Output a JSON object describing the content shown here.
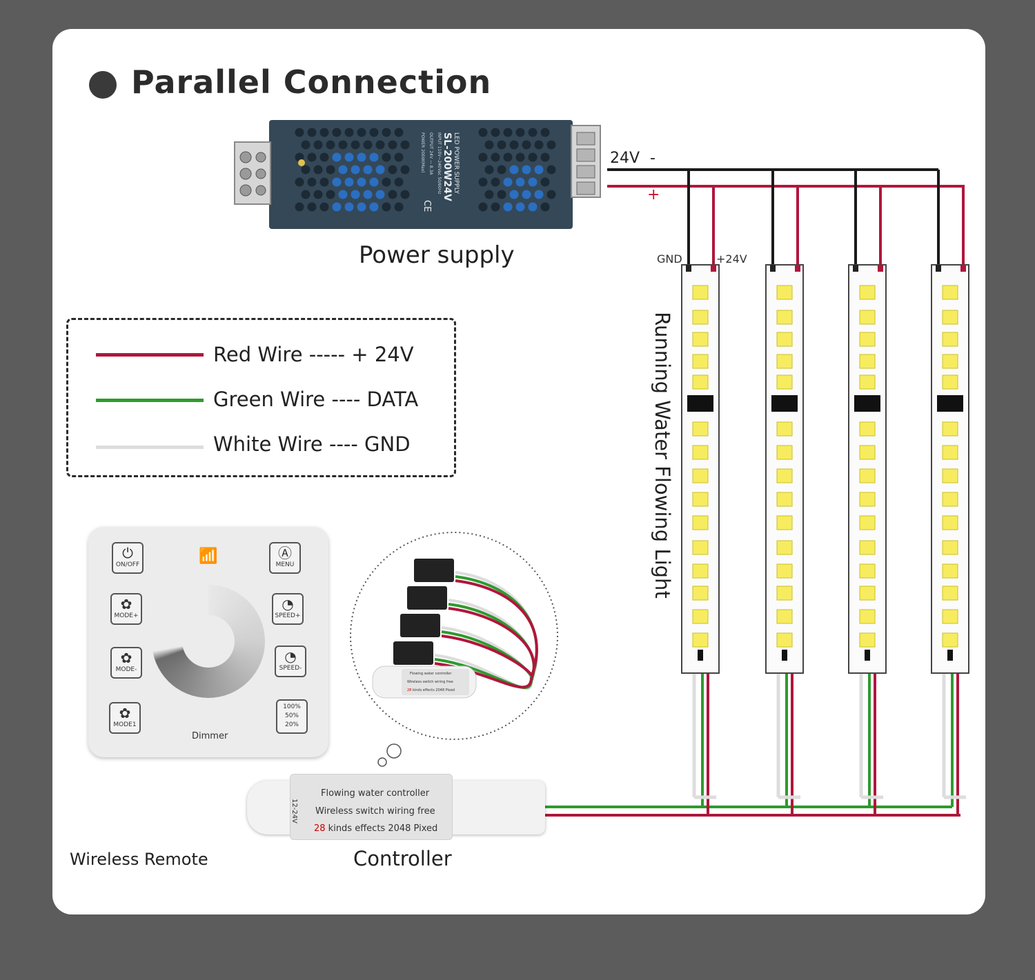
{
  "title": "Parallel Connection",
  "power_supply": {
    "label": "Power supply",
    "model": "SL-200W24V",
    "brand": "LED POWER SUPPLY",
    "spec_input": "INPUT  110V~240Vac 50/60Hz",
    "spec_output": "OUTPUT  24V — 8.3A",
    "spec_power": "POWER  200W(Max)",
    "ce_mark": "CE",
    "voltage_label": "24V",
    "minus_label": "-",
    "plus_label": "+"
  },
  "legend": {
    "items": [
      {
        "text": "Red Wire ----- + 24V",
        "color": "#b0163c"
      },
      {
        "text": "Green Wire ---- DATA",
        "color": "#2f9a2f"
      },
      {
        "text": "White Wire ---- GND",
        "color": "#dddddd"
      }
    ]
  },
  "strips": {
    "gnd_label": "GND",
    "v24_label": "+24V",
    "vertical_label": "Running Water Flowing Light"
  },
  "remote": {
    "label": "Wireless Remote",
    "dimmer_label": "Dimmer",
    "buttons": {
      "onoff": "ON/OFF",
      "menu": "MENU",
      "mode_plus": "MODE+",
      "speed_plus": "SPEED+",
      "mode_minus": "MODE-",
      "speed_minus": "SPEED-",
      "mode1": "MODE1",
      "pct_100": "100%",
      "pct_50": "50%",
      "pct_20": "20%"
    }
  },
  "controller": {
    "label": "Controller",
    "line1": "Flowing water controller",
    "line2": "Wireless switch wiring free",
    "line3_num": "28",
    "line3_rest": " kinds effects 2048 Pixed",
    "side": "12-24V"
  },
  "colors": {
    "red": "#b0163c",
    "green": "#2f9a2f",
    "white": "#dddddd",
    "black": "#1a1a1a",
    "led": "#f7ec5f"
  }
}
